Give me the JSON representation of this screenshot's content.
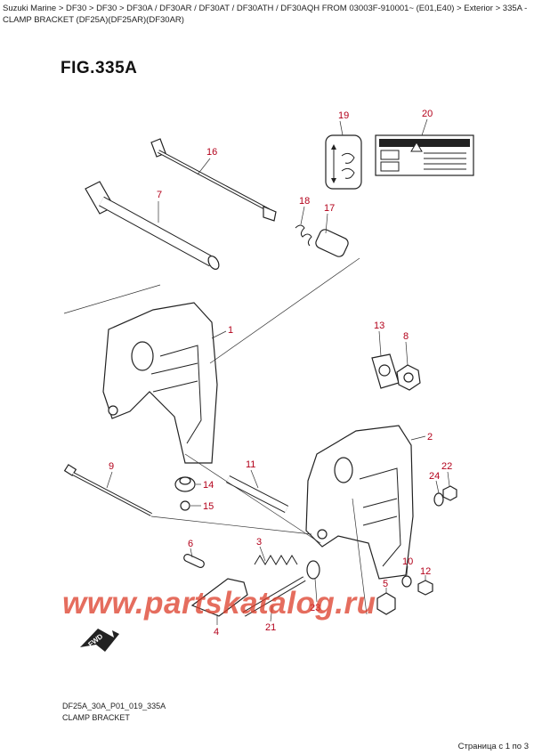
{
  "breadcrumb": "Suzuki Marine > DF30 > DF30 > DF30A / DF30AR / DF30AT / DF30ATH / DF30AQH FROM 03003F-910001~ (E01,E40) > Exterior > 335A - CLAMP BRACKET (DF25A)(DF25AR)(DF30AR)",
  "figure_title": "FIG.335A",
  "callouts": [
    "1",
    "2",
    "3",
    "4",
    "5",
    "6",
    "7",
    "8",
    "9",
    "10",
    "11",
    "12",
    "13",
    "14",
    "15",
    "16",
    "17",
    "18",
    "19",
    "20",
    "21",
    "22",
    "23",
    "24"
  ],
  "fwd_label": "FWD",
  "watermark": "www.partskatalog.ru",
  "footer": {
    "code": "DF25A_30A_P01_019_335A",
    "name": "CLAMP BRACKET"
  },
  "page_indicator": "Страница с 1 по 3",
  "colors": {
    "callout": "#b3001a",
    "watermark": "#dc3c28",
    "line": "#222222"
  }
}
